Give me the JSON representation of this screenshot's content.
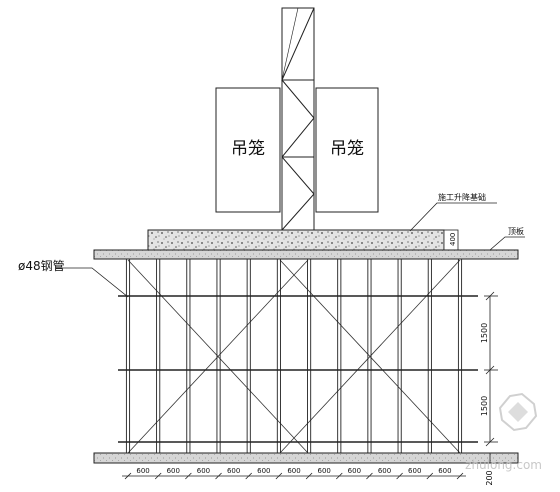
{
  "labels": {
    "cage_left": "吊笼",
    "cage_right": "吊笼",
    "foundation": "施工升降基础",
    "slab": "顶板",
    "pipe": "ø48钢管",
    "foundation_thickness": "400",
    "bottom_gap": "200"
  },
  "dimensions": {
    "spacing": [
      "600",
      "600",
      "600",
      "600",
      "600",
      "600",
      "600",
      "600",
      "600",
      "600",
      "600"
    ],
    "step_upper": "1500",
    "step_lower": "1500"
  },
  "colors": {
    "line": "#222222",
    "fill_gray": "#cfcfcf",
    "watermark": "#d0d0d0"
  },
  "watermark": {
    "text": "zhulong.com"
  }
}
